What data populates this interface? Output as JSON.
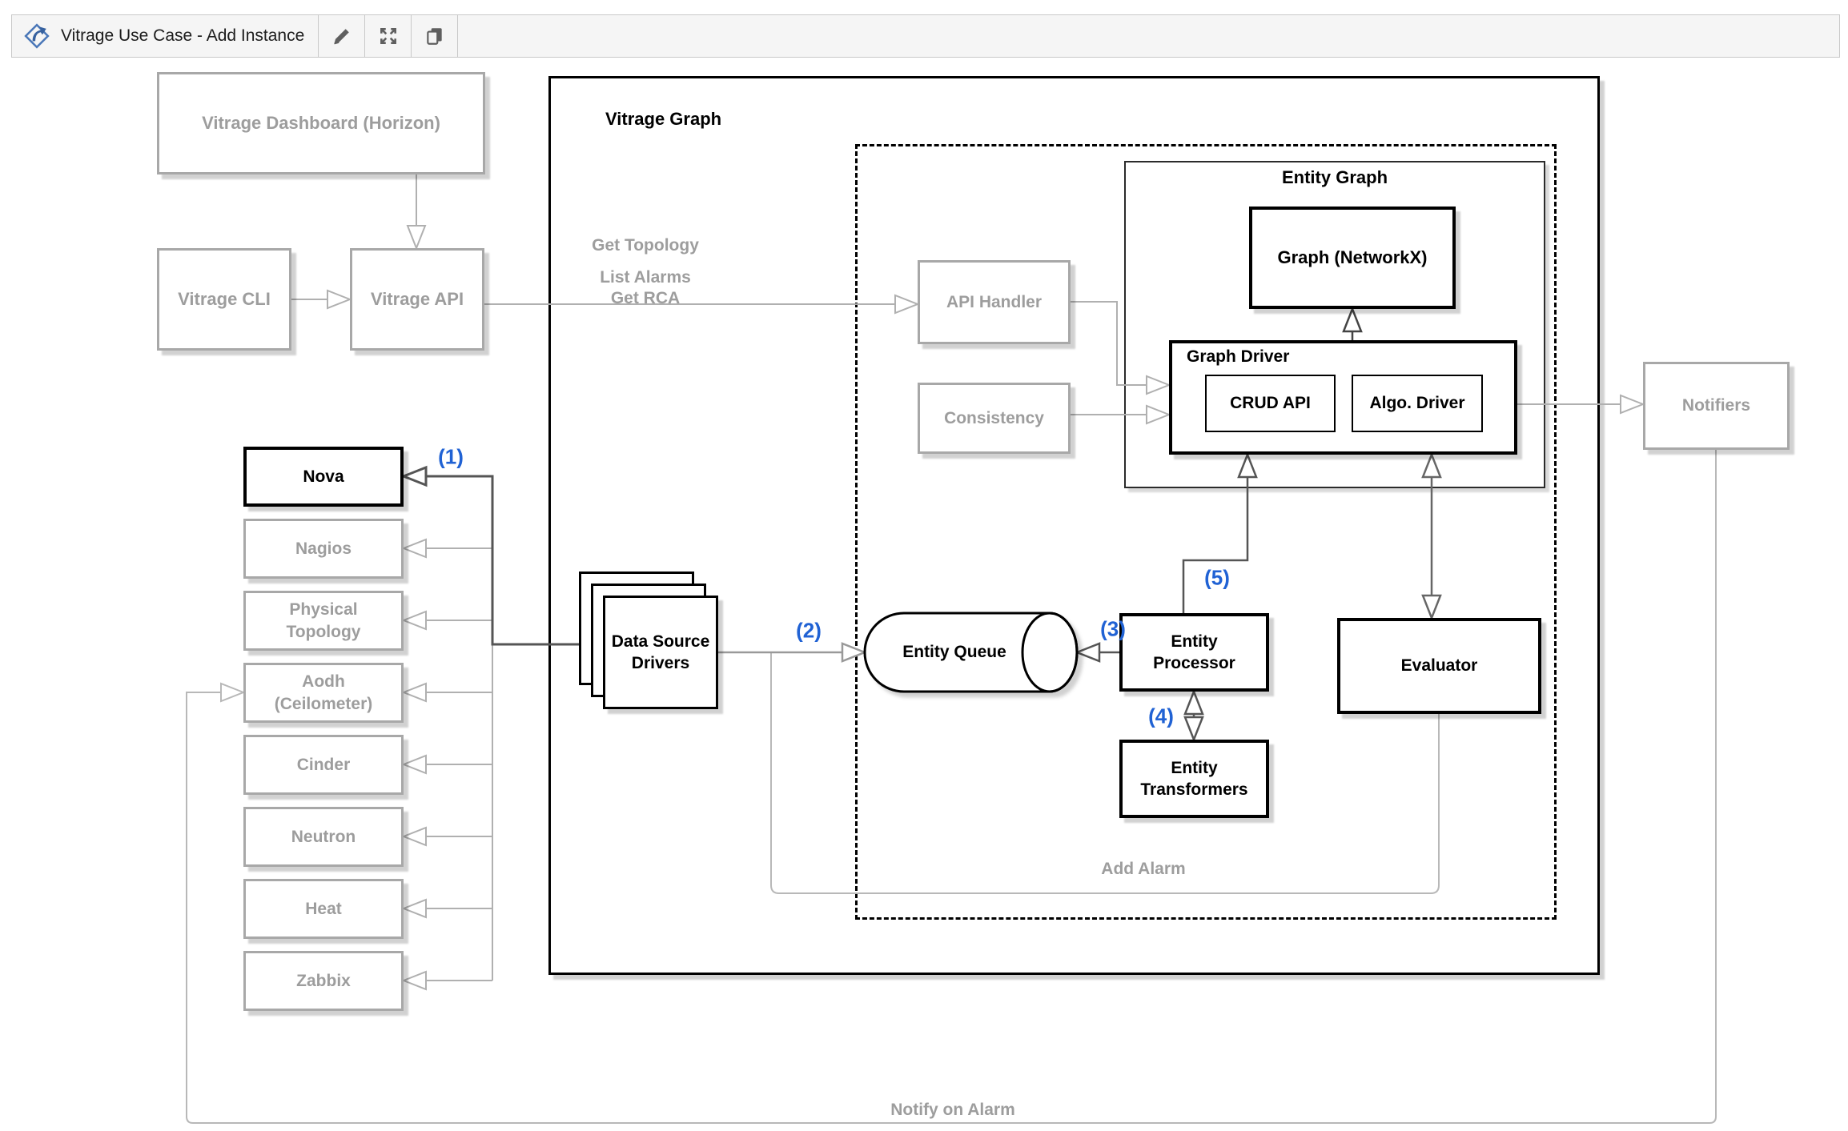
{
  "toolbar": {
    "title": "Vitrage Use Case - Add Instance",
    "icons": {
      "logo": "drawio-logo",
      "edit": "pencil-icon",
      "fullscreen": "expand-icon",
      "copy": "copy-icon"
    }
  },
  "diagram": {
    "colors": {
      "step_blue": "#2062d4",
      "gray_node_border": "#a8a8a8",
      "gray_node_text": "#9d9d9d",
      "black_node": "#000000",
      "light_line": "#b0b0b0",
      "dark_line": "#555555"
    },
    "nodes": {
      "dashboard": "Vitrage Dashboard (Horizon)",
      "cli": "Vitrage CLI",
      "api": "Vitrage API",
      "vitrage_graph": "Vitrage Graph",
      "entity_graph": "Entity Graph",
      "graph_networkx": "Graph (NetworkX)",
      "graph_driver": "Graph Driver",
      "crud_api": "CRUD API",
      "algo_driver": "Algo. Driver",
      "api_handler": "API Handler",
      "consistency": "Consistency",
      "nova": "Nova",
      "nagios": "Nagios",
      "physical_topology": "Physical Topology",
      "aodh": "Aodh (Ceilometer)",
      "cinder": "Cinder",
      "neutron": "Neutron",
      "heat": "Heat",
      "zabbix": "Zabbix",
      "data_source_drivers": "Data Source Drivers",
      "entity_queue": "Entity Queue",
      "entity_processor": "Entity Processor",
      "entity_transformers": "Entity Transformers",
      "evaluator": "Evaluator",
      "notifiers": "Notifiers"
    },
    "edge_labels": {
      "get_topology": "Get Topology",
      "list_alarms": "List Alarms",
      "get_rca": "Get RCA",
      "add_alarm": "Add Alarm",
      "notify_on_alarm": "Notify on Alarm"
    },
    "steps": {
      "s1": "(1)",
      "s2": "(2)",
      "s3": "(3)",
      "s4": "(4)",
      "s5": "(5)"
    }
  }
}
